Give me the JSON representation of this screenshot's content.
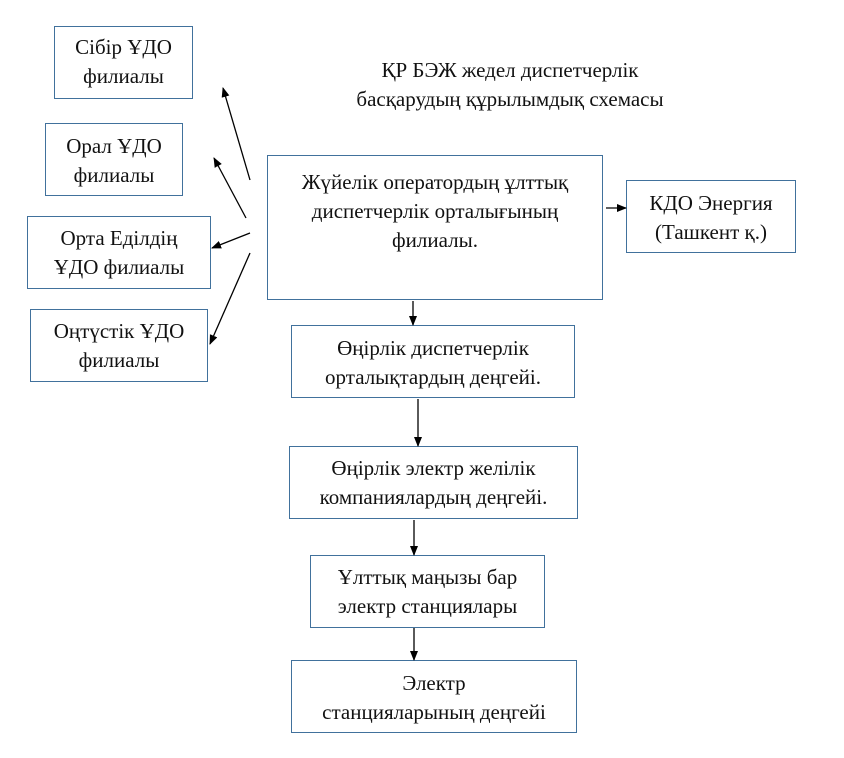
{
  "diagram": {
    "title": "ҚР БЭЖ жедел диспетчерлік\nбасқарудың құрылымдық схемасы",
    "nodes": {
      "sibir": "Сібір ҰДО\n филиалы",
      "oral": "Орал ҰДО\nфилиалы",
      "orta_edil": "Орта Еділдің\nҰДО  филиалы",
      "ontustik": "Оңтүстік ҰДО\nфилиалы",
      "central": "Жүйелік оператордың ұлттық\nдиспетчерлік орталығының\nфилиалы.",
      "kdo": "КДО Энергия\n(Ташкент қ.)",
      "regional_dispatch": "Өңірлік диспетчерлік\n орталықтардың деңгейі.",
      "regional_grid": "Өңірлік электр желілік\nкомпаниялардың деңгейі.",
      "national_stations": "Ұлттық маңызы бар\nэлектр станциялары",
      "stations_level": "Электр\nстанцияларының деңгейі"
    },
    "edges": [
      {
        "from": "central",
        "to": "sibir"
      },
      {
        "from": "central",
        "to": "oral"
      },
      {
        "from": "central",
        "to": "orta_edil"
      },
      {
        "from": "central",
        "to": "ontustik"
      },
      {
        "from": "central",
        "to": "kdo"
      },
      {
        "from": "central",
        "to": "regional_dispatch"
      },
      {
        "from": "regional_dispatch",
        "to": "regional_grid"
      },
      {
        "from": "regional_grid",
        "to": "national_stations"
      },
      {
        "from": "national_stations",
        "to": "stations_level"
      }
    ],
    "colors": {
      "box_border": "#41719c",
      "arrow": "#000000"
    }
  }
}
